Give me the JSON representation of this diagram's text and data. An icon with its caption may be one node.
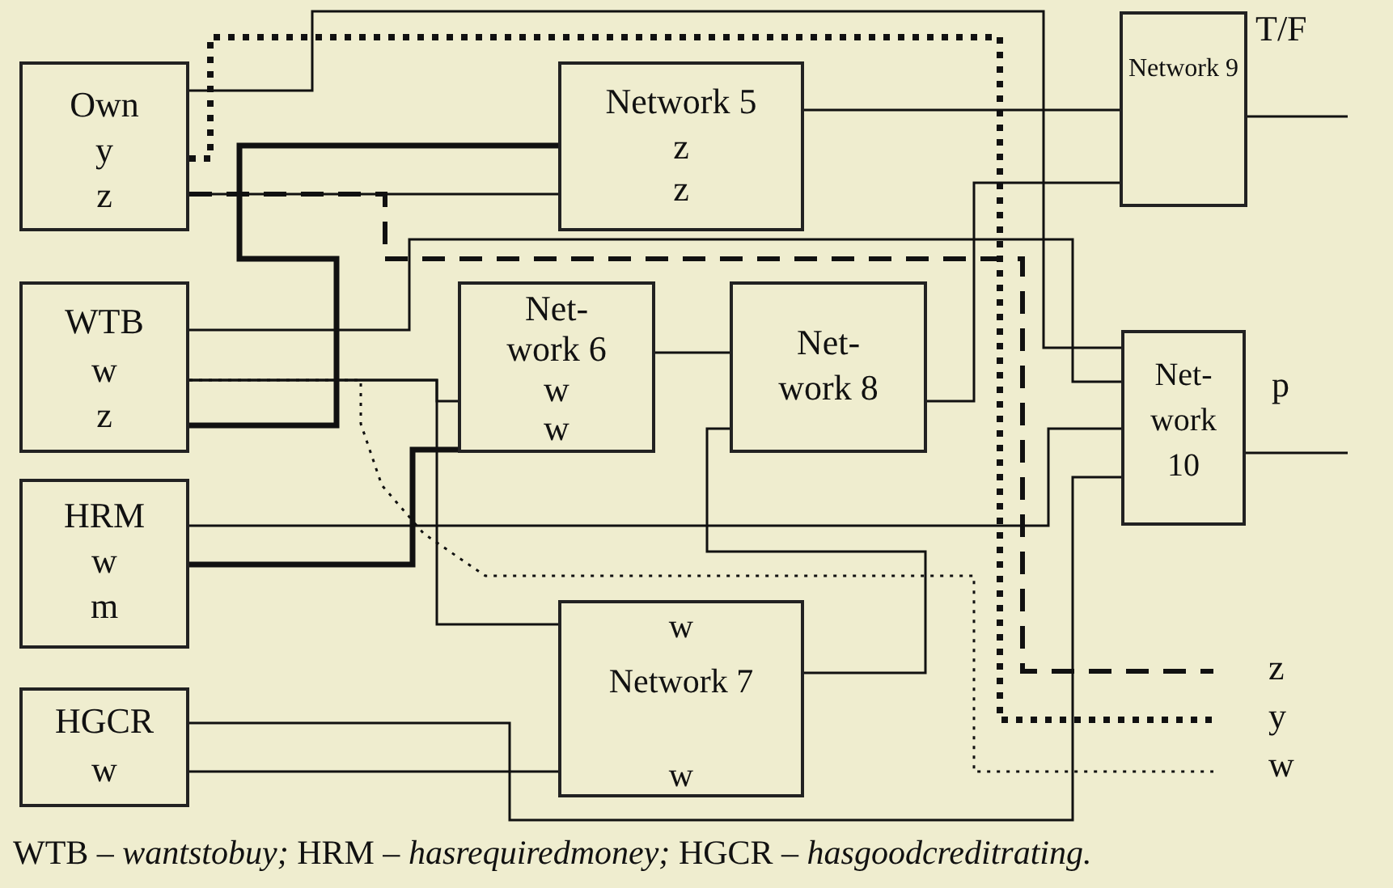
{
  "diagram": {
    "caption": "WTB – *wantstobuy;* HRM – *hasrequiredmoney;* HGCR – *hasgoodcreditrating.*",
    "nodes": [
      {
        "text": [
          "Own",
          "y",
          "z"
        ]
      },
      {
        "text": [
          "Network 5",
          "z",
          "z"
        ]
      },
      {
        "text": [
          "Network 9"
        ]
      },
      {
        "text": [
          "WTB",
          "w",
          "z"
        ]
      },
      {
        "text": [
          "Net- work 6",
          "w",
          "w"
        ]
      },
      {
        "text": [
          "Net- work 8"
        ]
      },
      {
        "text": [
          "Net- work 10"
        ]
      },
      {
        "text": [
          "HRM",
          "w",
          "m"
        ]
      },
      {
        "text": [
          "w",
          "Network 7",
          "w"
        ]
      },
      {
        "text": [
          "HGCR",
          "w"
        ]
      }
    ],
    "edges": [
      {
        "from": 0,
        "to": 6,
        "arrow": "none"
      },
      {
        "from": 0,
        "to": null,
        "arrow": "none",
        "style": "dashed"
      },
      {
        "from": 0,
        "to": 1,
        "arrow": "none"
      },
      {
        "from": 0,
        "to": null,
        "arrow": "none",
        "style": "dashed"
      },
      {
        "from": 3,
        "to": 1,
        "arrow": "none",
        "style": "thick"
      },
      {
        "from": 1,
        "to": 2,
        "arrow": "none"
      },
      {
        "from": 2,
        "to": null,
        "arrow": "none"
      },
      {
        "from": 3,
        "to": 6,
        "arrow": "none"
      },
      {
        "from": 5,
        "to": 2,
        "arrow": "none"
      },
      {
        "from": 4,
        "to": 5,
        "arrow": "none"
      },
      {
        "from": 3,
        "to": 4,
        "arrow": "none"
      },
      {
        "from": 3,
        "to": 8,
        "arrow": "none"
      },
      {
        "from": 3,
        "to": null,
        "arrow": "none",
        "style": "dashed"
      },
      {
        "from": 7,
        "to": 4,
        "arrow": "none",
        "style": "thick"
      },
      {
        "from": 7,
        "to": 6,
        "arrow": "none"
      },
      {
        "from": 8,
        "to": 5,
        "arrow": "none"
      },
      {
        "from": 9,
        "to": 6,
        "arrow": "none"
      },
      {
        "from": 9,
        "to": 8,
        "arrow": "none"
      },
      {
        "from": 6,
        "to": null,
        "arrow": "none"
      }
    ],
    "labels": [
      "T/F",
      "p",
      "z",
      "y",
      "w"
    ]
  }
}
